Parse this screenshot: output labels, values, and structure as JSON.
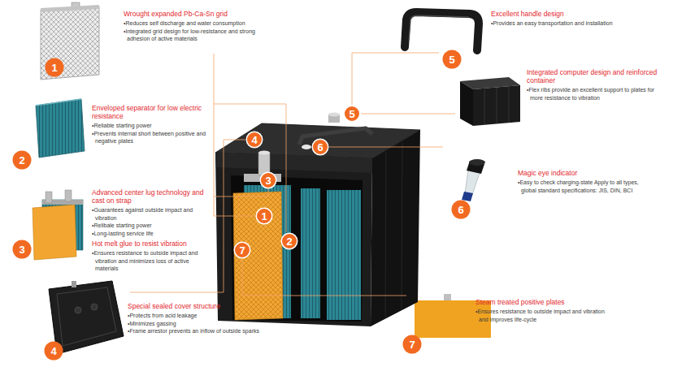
{
  "diagram": {
    "nodes": [
      {
        "text": [
          "5"
        ]
      },
      {
        "text": [
          "1"
        ]
      },
      {
        "text": [
          "5"
        ]
      },
      {
        "text": [
          "4"
        ]
      },
      {
        "text": [
          "6"
        ]
      },
      {
        "text": [
          "2"
        ]
      },
      {
        "text": [
          "3"
        ]
      },
      {
        "text": [
          "6"
        ]
      },
      {
        "text": [
          "1"
        ]
      },
      {
        "text": [
          "2"
        ]
      },
      {
        "text": [
          "3"
        ]
      },
      {
        "text": [
          "7"
        ]
      },
      {
        "text": [
          "7"
        ]
      },
      {
        "text": [
          "4"
        ]
      }
    ],
    "labels": [
      "Wrought expanded Pb-Ca-Sn grid",
      "•Reduces self discharge and water consumption",
      "•Integrated grid design for low-resistance and strong adhesion of active materials",
      "Enveloped separator for low electric resistance",
      "•Reliable starting power",
      "•Prevents internal short between positive and negative plates",
      "Advanced center lug technology and cast on strap",
      "•Guarantees against outside impact and vibration",
      "•Relibale starting power",
      "•Long-lasting service life",
      "Hot melt glue to resist vibration",
      "•Ensures resistance to outside impact and vibration and minimizes loss of active materials",
      "Special sealed cover structure",
      "•Protects from acid leakage",
      "•Minimizes gassing",
      "•Frame arrestor prevents an inflow of outside sparks",
      "Excellent handle design",
      "•Provides an easy transportation and installation",
      "Integrated computer design and reinforced container",
      "•Flex ribs provide an excellent support to plates for more resistance to vibration",
      "Magic eye indicator",
      "•Easy to check charging-state Apply to all types, global standard specifications: JIS, DIN, BCI",
      "Steam treated positive plates",
      "•Ensures resistance to outside impact and vibration and improves life-cycle"
    ]
  }
}
